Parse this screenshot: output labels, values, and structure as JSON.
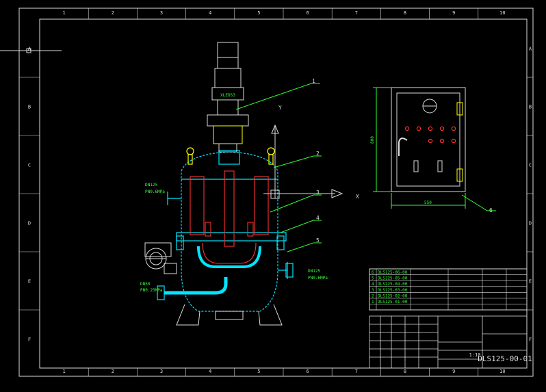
{
  "zones": {
    "cols": [
      "1",
      "2",
      "3",
      "4",
      "5",
      "6",
      "7",
      "8",
      "9",
      "10"
    ],
    "rows": [
      "A",
      "B",
      "C",
      "D",
      "E",
      "F"
    ]
  },
  "motor_label": "XLEDS3",
  "axis_labels": {
    "y": "Y",
    "x": "X"
  },
  "nozzles": [
    {
      "line1": "DN125",
      "line2": "PN0.6MPa"
    },
    {
      "line1": "DN50",
      "line2": "PN0.25MPa"
    },
    {
      "line1": "DN125",
      "line2": "PN0.6MPa"
    }
  ],
  "leaders": [
    "1",
    "2",
    "3",
    "4",
    "5",
    "6"
  ],
  "panel_dims": {
    "height": "800",
    "width": "550"
  },
  "parts_list": [
    {
      "no": "6",
      "code": "DLS125-06-00"
    },
    {
      "no": "5",
      "code": "DLS125-05-00"
    },
    {
      "no": "4",
      "code": "DLS125-04-00"
    },
    {
      "no": "3",
      "code": "DLS125-03-00"
    },
    {
      "no": "2",
      "code": "DLS125-02-00"
    },
    {
      "no": "1",
      "code": "DLS125-01-00"
    }
  ],
  "title_block": {
    "drawing_no": "DLS125-00-01",
    "scale": "1:10"
  },
  "colors": {
    "frame": "#dddddd",
    "vessel": "#00e5ff",
    "pipe": "#ff3030",
    "accent": "#ffff00",
    "leader": "#33ff33"
  }
}
